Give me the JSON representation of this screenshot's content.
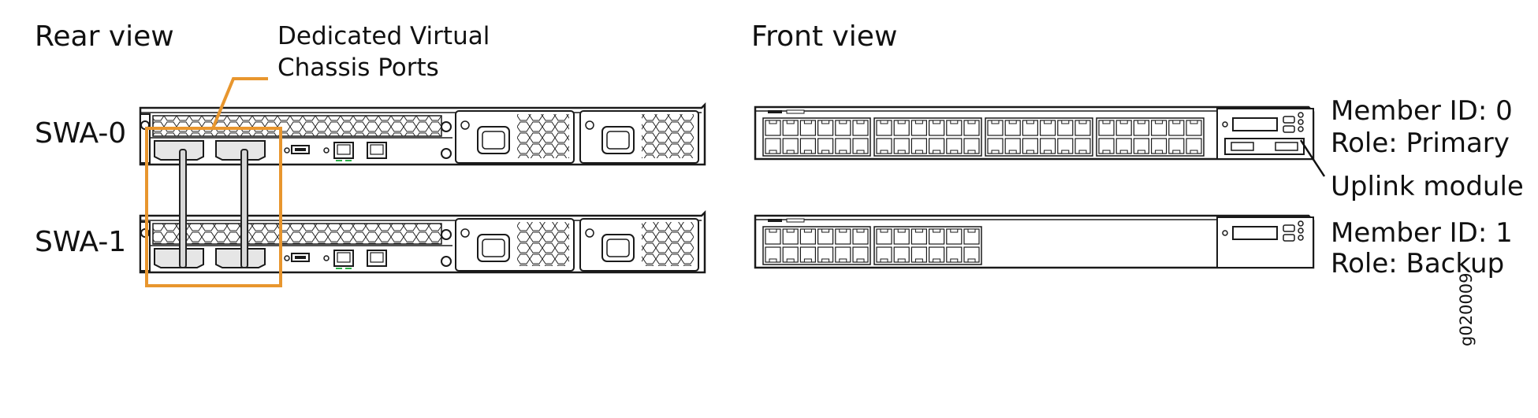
{
  "rear_view": {
    "title": "Rear view",
    "callout": {
      "line1": "Dedicated Virtual",
      "line2": "Chassis Ports"
    }
  },
  "front_view": {
    "title": "Front view"
  },
  "switches": [
    {
      "name": "SWA-0",
      "member_id": "Member ID: 0",
      "role": "Role: Primary",
      "ports": 48,
      "uplink_module": true
    },
    {
      "name": "SWA-1",
      "member_id": "Member ID: 1",
      "role": "Role: Backup",
      "ports": 24,
      "uplink_module": false
    }
  ],
  "uplink_label": "Uplink module",
  "figure_id": "g020009",
  "colors": {
    "highlight": "#E8962E",
    "line": "#1a1a1a",
    "led": "#2db24a"
  }
}
